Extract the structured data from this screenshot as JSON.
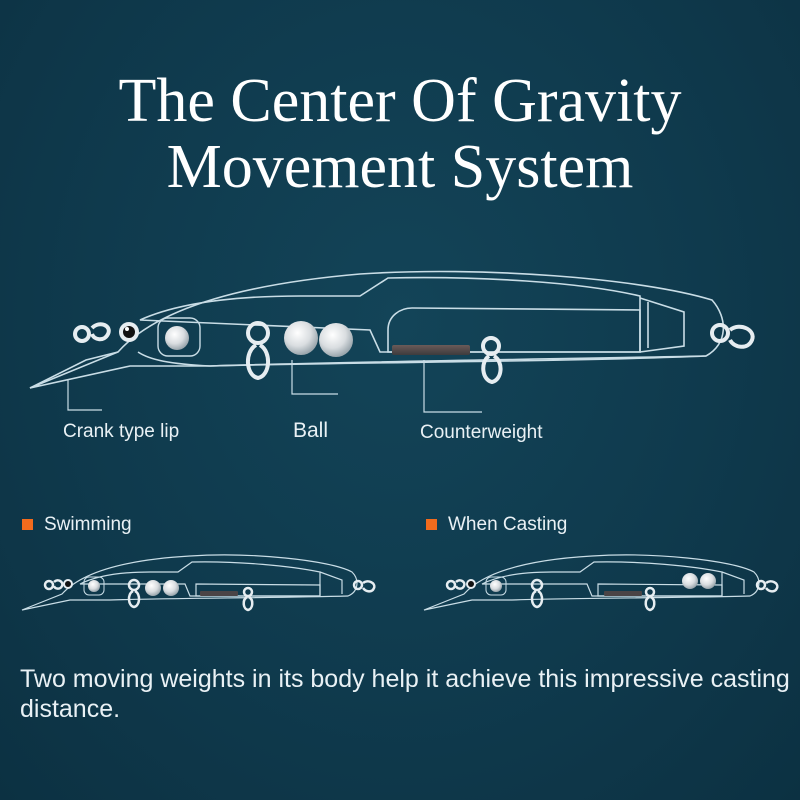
{
  "title": {
    "line1": "The Center Of Gravity",
    "line2": "Movement System"
  },
  "callouts": {
    "lip": "Crank type lip",
    "ball": "Ball",
    "counterweight": "Counterweight"
  },
  "states": {
    "swimming": "Swimming",
    "casting": "When Casting"
  },
  "caption": "Two moving weights in its body help it achieve this impressive casting distance.",
  "colors": {
    "background": "#0f3a4d",
    "outline": "#c9dde6",
    "accent": "#f26b1d",
    "text": "#ffffff"
  },
  "icons": {
    "marker": "orange-square-icon",
    "ring": "split-ring-icon",
    "eye": "lure-eye-icon",
    "ball": "weight-ball-icon"
  }
}
